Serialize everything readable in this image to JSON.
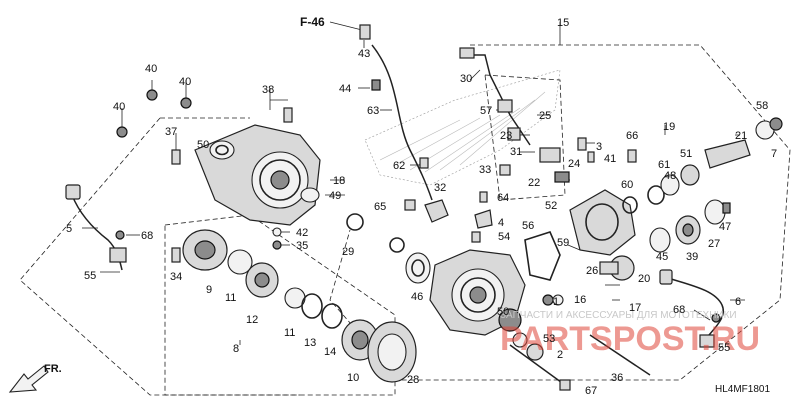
{
  "diagram": {
    "reference": "F-46",
    "figure_code": "HL4MF1801",
    "direction_label": "FR.",
    "watermark": {
      "brand": "PARTSPOST.RU",
      "tagline": "ЗАПЧАСТИ И АКСЕССУАРЫ ДЛЯ МОТОТЕХНИКИ"
    },
    "callouts": {
      "c1": "1",
      "c2": "2",
      "c3": "3",
      "c4": "4",
      "c5": "5",
      "c6": "6",
      "c7": "7",
      "c8": "8",
      "c9": "9",
      "c10": "10",
      "c11a": "11",
      "c11b": "11",
      "c12": "12",
      "c13": "13",
      "c14": "14",
      "c15": "15",
      "c16": "16",
      "c17": "17",
      "c18": "18",
      "c19": "19",
      "c20": "20",
      "c21": "21",
      "c22": "22",
      "c23": "23",
      "c24": "24",
      "c25": "25",
      "c26": "26",
      "c27": "27",
      "c28": "28",
      "c29": "29",
      "c30": "30",
      "c31": "31",
      "c32": "32",
      "c33": "33",
      "c34": "34",
      "c35": "35",
      "c36": "36",
      "c37": "37",
      "c38": "38",
      "c39": "39",
      "c40a": "40",
      "c40b": "40",
      "c40c": "40",
      "c41": "41",
      "c42": "42",
      "c43": "43",
      "c44": "44",
      "c45": "45",
      "c46": "46",
      "c47": "47",
      "c48": "48",
      "c49": "49",
      "c50a": "50",
      "c50b": "50",
      "c51": "51",
      "c52": "52",
      "c53": "53",
      "c54": "54",
      "c55a": "55",
      "c55b": "55",
      "c56": "56",
      "c57": "57",
      "c58": "58",
      "c59": "59",
      "c60": "60",
      "c61": "61",
      "c62": "62",
      "c63": "63",
      "c64": "64",
      "c65": "65",
      "c66": "66",
      "c67": "67",
      "c68a": "68",
      "c68b": "68"
    }
  }
}
